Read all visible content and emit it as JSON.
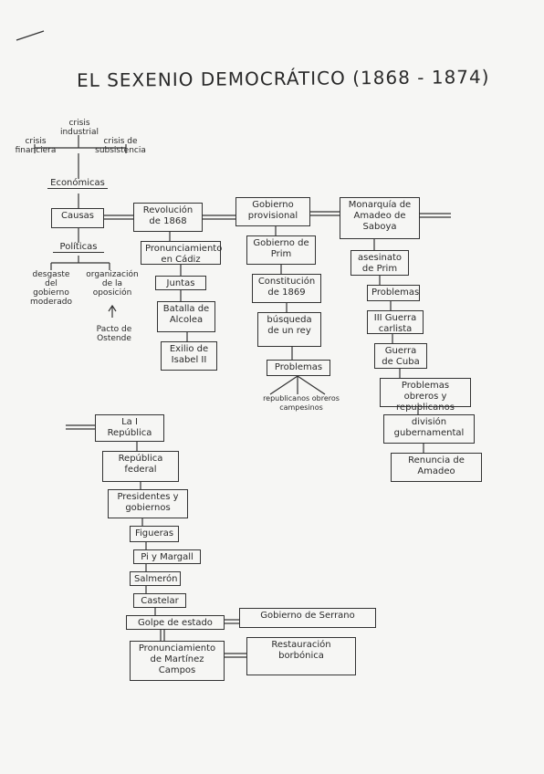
{
  "title": "EL SEXENIO DEMOCRÁTICO (1868 - 1874)",
  "causes": {
    "top_left": "crisis financiera",
    "top_mid": "crisis industrial",
    "top_right": "crisis de subsistencia",
    "economicas": "Económicas",
    "causas": "Causas",
    "politicas": "Políticas",
    "pol_left": "desgaste del gobierno moderado",
    "pol_right": "organización de la oposición",
    "pacto": "Pacto de Ostende"
  },
  "revolucion": {
    "title": "Revolución de 1868",
    "items": [
      "Pronunciamiento en Cádiz",
      "Juntas",
      "Batalla de Alcolea",
      "Exilio de Isabel II"
    ]
  },
  "gobierno": {
    "title": "Gobierno provisional",
    "items": [
      "Gobierno de Prim",
      "Constitución de 1869",
      "búsqueda de un rey",
      "Problemas"
    ],
    "problemas_sub": "republicanos obreros campesinos"
  },
  "monarquia": {
    "title": "Monarquía de Amadeo de Saboya",
    "items": [
      "asesinato de Prim",
      "Problemas",
      "III Guerra carlista",
      "Guerra de Cuba",
      "Problemas obreros y republicanos",
      "división gubernamental",
      "Renuncia de Amadeo"
    ]
  },
  "republica": {
    "title": "La I República",
    "items": [
      "República federal",
      "Presidentes y gobiernos",
      "Figueras",
      "Pi y Margall",
      "Salmerón",
      "Castelar",
      "Golpe de estado",
      "Pronunciamiento de Martínez Campos"
    ],
    "gobierno_serrano": "Gobierno de Serrano",
    "restauracion": "Restauración borbónica"
  }
}
